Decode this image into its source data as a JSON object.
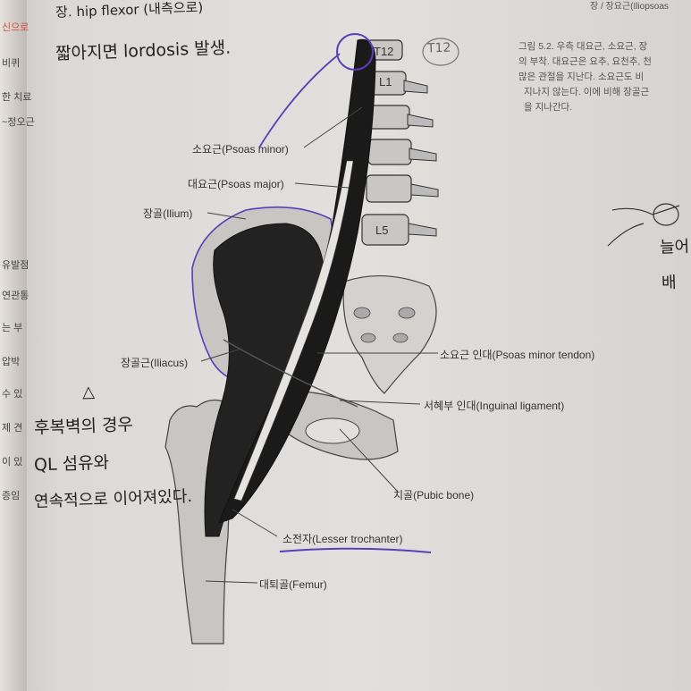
{
  "labels": {
    "psoas_minor": "소요근(Psoas minor)",
    "psoas_major": "대요근(Psoas major)",
    "ilium": "장골(Ilium)",
    "iliacus": "장골근(Iliacus)",
    "psoas_minor_tendon": "소요근 인대(Psoas minor tendon)",
    "inguinal_ligament": "서혜부 인대(Inguinal ligament)",
    "pubic_bone": "치골(Pubic bone)",
    "lesser_trochanter": "소전자(Lesser trochanter)",
    "femur": "대퇴골(Femur)"
  },
  "vertebrae": {
    "t12": "T12",
    "l1": "L1",
    "l5": "L5"
  },
  "caption": {
    "line1": "그림 5.2.  우측 대요근, 소요근, 장",
    "line2": "의 부착. 대요근은 요추, 요천추, 천",
    "line3": "많은 관절을 지난다. 소요근도 비",
    "line4": "지나지 않는다. 이에 비해 장골근",
    "line5": "을 지나간다."
  },
  "header_right": "장 / 장요근(Iliopsoas",
  "handwriting": {
    "top": "장. hip flexor (내측으로)",
    "lordosis": "짧아지면 lordosis 발생.",
    "t12_note": "T12",
    "delta": "△",
    "note1": "후복벽의 경우",
    "note2": "QL 섬유와",
    "note3": "연속적으로 이어져있다.",
    "right1": "늘어",
    "right2": "배"
  },
  "left_edge": {
    "items": [
      "신으로",
      "비퀴",
      "한 치료",
      "~정오근",
      "유발점",
      "연관통",
      "는 부",
      "압박",
      "수 있",
      "제 견",
      "이 있",
      "증임"
    ]
  },
  "colors": {
    "muscle": "#222222",
    "bone": "#c8c6c3",
    "ink_purple": "#5a3fb8",
    "paper": "#e2e0dd"
  }
}
